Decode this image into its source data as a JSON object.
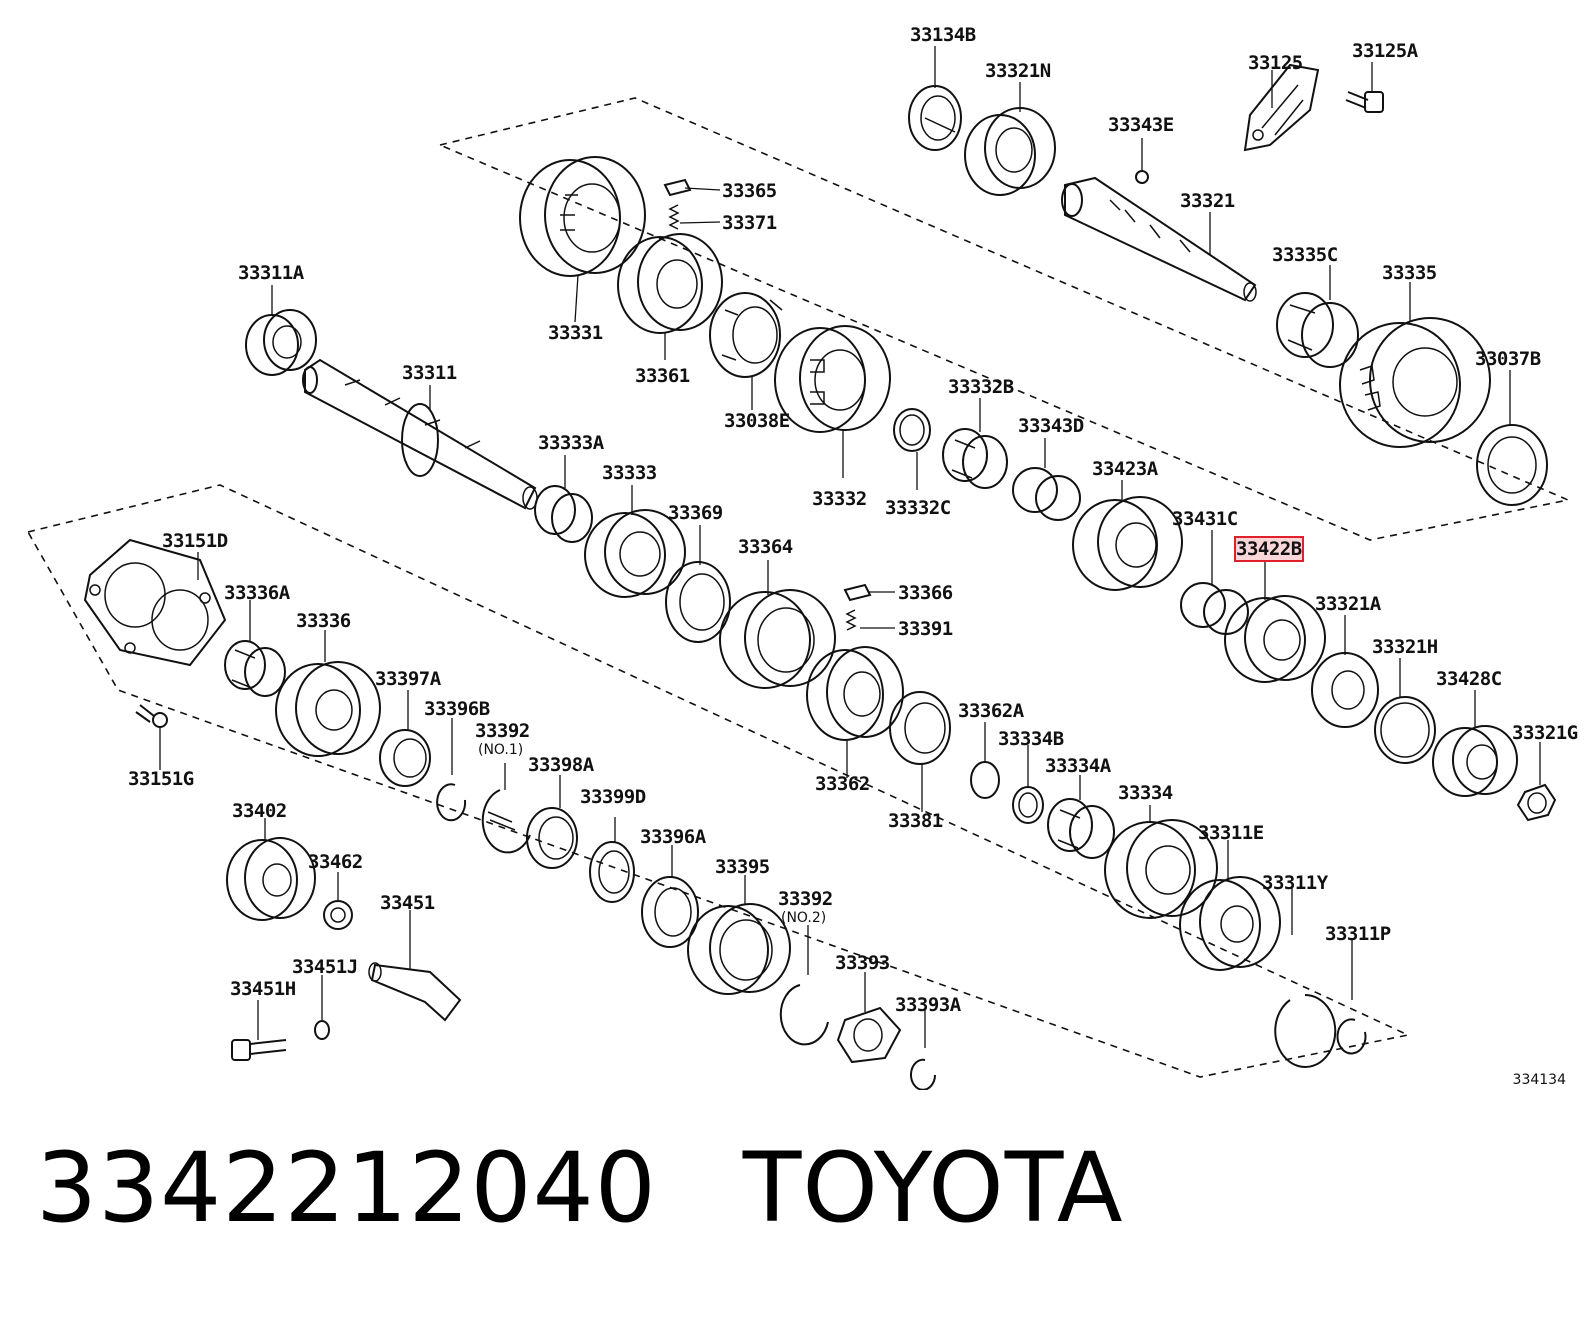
{
  "labels": {
    "l33134B": "33134B",
    "l33321N": "33321N",
    "l33125": "33125",
    "l33125A": "33125A",
    "l33343E": "33343E",
    "l33321": "33321",
    "l33365": "33365",
    "l33371": "33371",
    "l33311A": "33311A",
    "l33331": "33331",
    "l33361": "33361",
    "l33335C": "33335C",
    "l33335": "33335",
    "l33311": "33311",
    "l33038E": "33038E",
    "l33332B": "33332B",
    "l33037B": "33037B",
    "l33333A": "33333A",
    "l33333": "33333",
    "l33343D": "33343D",
    "l33423A": "33423A",
    "l33332": "33332",
    "l33332C": "33332C",
    "l33369": "33369",
    "l33151D": "33151D",
    "l33364": "33364",
    "l33431C": "33431C",
    "l33422B": "33422B",
    "l33336A": "33336A",
    "l33366": "33366",
    "l33321A": "33321A",
    "l33336": "33336",
    "l33391": "33391",
    "l33321H": "33321H",
    "l33397A": "33397A",
    "l33428C": "33428C",
    "l33396B": "33396B",
    "l33392a": "33392",
    "l33362A": "33362A",
    "l33321G": "33321G",
    "l33334B": "33334B",
    "l33398A": "33398A",
    "l33334A": "33334A",
    "l33151G": "33151G",
    "l33362": "33362",
    "l33334": "33334",
    "l33402": "33402",
    "l33399D": "33399D",
    "l33381": "33381",
    "l33396A": "33396A",
    "l33311E": "33311E",
    "l33462": "33462",
    "l33395": "33395",
    "l33392b": "33392",
    "l33451": "33451",
    "l33311Y": "33311Y",
    "l33451J": "33451J",
    "l33393": "33393",
    "l33311P": "33311P",
    "l33451H": "33451H",
    "l33393A": "33393A"
  },
  "notes": {
    "no1": "(NO.1)",
    "no2": "(NO.2)"
  },
  "reference_code": "334134",
  "caption": {
    "part_number": "3342212040",
    "brand": "TOYOTA"
  },
  "highlight_color": "#e0202a"
}
